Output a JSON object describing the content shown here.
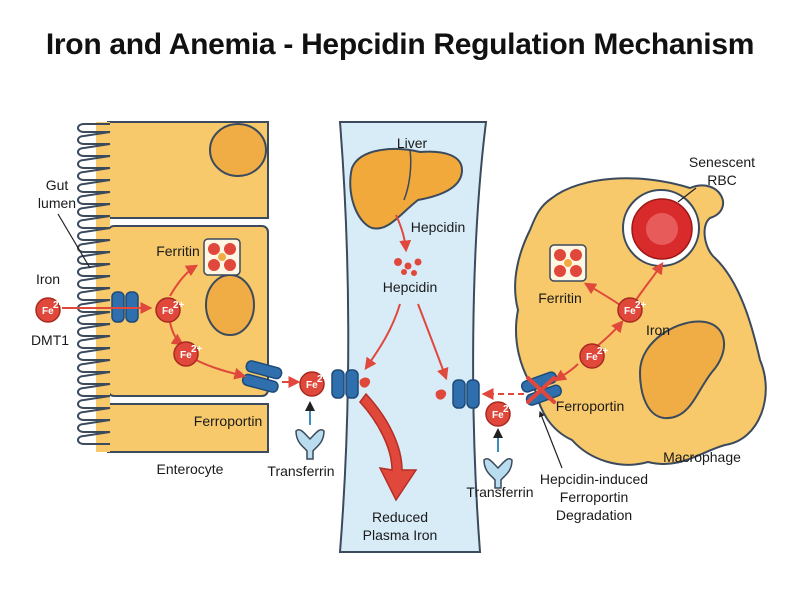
{
  "title": "Iron and Anemia - Hepcidin Regulation Mechanism",
  "labels": {
    "gut_lumen_1": "Gut",
    "gut_lumen_2": "lumen",
    "iron_left": "Iron",
    "dmt1": "DMT1",
    "ferritin_left": "Ferritin",
    "ferroportin_left": "Ferroportin",
    "enterocyte": "Enterocyte",
    "transferrin_left": "Transferrin",
    "liver": "Liver",
    "hepcidin_1": "Hepcidin",
    "hepcidin_2": "Hepcidin",
    "reduced_1": "Reduced",
    "reduced_2": "Plasma Iron",
    "senescent_1": "Senescent",
    "senescent_2": "RBC",
    "ferritin_right": "Ferritin",
    "iron_right": "Iron",
    "ferroportin_right": "Ferroportin",
    "macrophage": "Macrophage",
    "transferrin_right": "Transferrin",
    "degradation_1": "Hepcidin-induced",
    "degradation_2": "Ferroportin",
    "degradation_3": "Degradation"
  },
  "ion": {
    "symbol": "Fe",
    "charge": "2+"
  },
  "colors": {
    "cell": "#f7c96a",
    "cell_stroke": "#3b4a5c",
    "nucleus": "#f0ad45",
    "plasma": "#d8ecf8",
    "iron": "#e0483c",
    "transporter": "#2f6fad",
    "arrow": "#e0483c",
    "transferrin": "#b9dcee",
    "liver": "#f2a93b",
    "rbc": "#d92b2b"
  }
}
